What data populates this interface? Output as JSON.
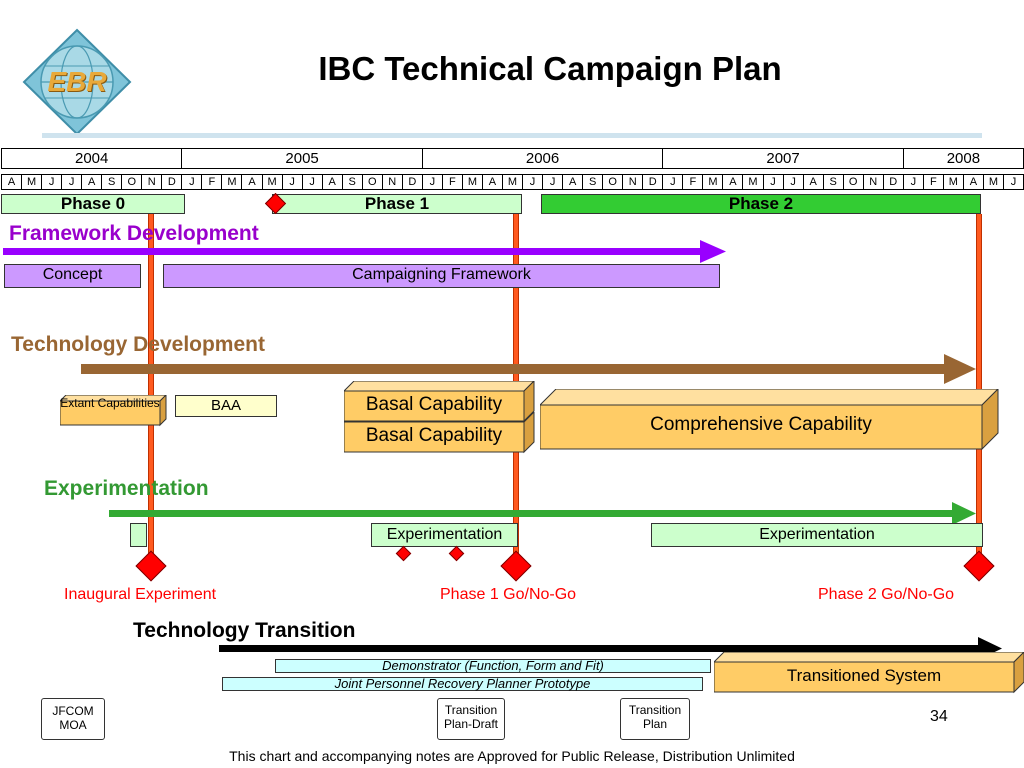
{
  "title": "IBC Technical Campaign Plan",
  "logo": {
    "text": "EBR"
  },
  "timeline": {
    "years": [
      "2004",
      "2005",
      "2006",
      "2007",
      "2008"
    ],
    "months": [
      "A",
      "M",
      "J",
      "J",
      "A",
      "S",
      "O",
      "N",
      "D",
      "J",
      "F",
      "M",
      "A",
      "M",
      "J",
      "J",
      "A",
      "S",
      "O",
      "N",
      "D",
      "J",
      "F",
      "M",
      "A",
      "M",
      "J",
      "J",
      "A",
      "S",
      "O",
      "N",
      "D",
      "J",
      "F",
      "M",
      "A",
      "M",
      "J",
      "J",
      "A",
      "S",
      "O",
      "N",
      "D",
      "J",
      "F",
      "M",
      "A",
      "M",
      "J"
    ]
  },
  "phases": {
    "phase0": "Phase 0",
    "phase1": "Phase 1",
    "phase2": "Phase 2"
  },
  "framework": {
    "heading": "Framework Development",
    "concept": "Concept",
    "campaigning": "Campaigning Framework"
  },
  "technology": {
    "heading": "Technology Development",
    "extant": "Extant Capabilities",
    "baa": "BAA",
    "basal1": "Basal Capability",
    "basal2": "Basal Capability",
    "comprehensive": "Comprehensive Capability"
  },
  "experimentation": {
    "heading": "Experimentation",
    "exp1": "Experimentation",
    "exp2": "Experimentation"
  },
  "milestones": {
    "inaugural": "Inaugural Experiment",
    "phase1_gonogo": "Phase 1 Go/No-Go",
    "phase2_gonogo": "Phase 2 Go/No-Go"
  },
  "transition": {
    "heading": "Technology Transition",
    "demonstrator": "Demonstrator (Function, Form and Fit)",
    "jprp": "Joint Personnel Recovery Planner Prototype",
    "transitioned": "Transitioned System",
    "jfcom": "JFCOM MOA",
    "plan_draft": "Transition Plan-Draft",
    "plan": "Transition Plan"
  },
  "page_number": "34",
  "footer": "This chart and accompanying notes are Approved for Public Release, Distribution Unlimited",
  "colors": {
    "framework_heading": "#9900cc",
    "technology_heading": "#996633",
    "experimentation_heading": "#339933",
    "phase_light": "#ccffcc",
    "phase_green": "#33cc33",
    "milestone_red": "#ff0000",
    "vertical_lines": "#ff5a1f"
  }
}
